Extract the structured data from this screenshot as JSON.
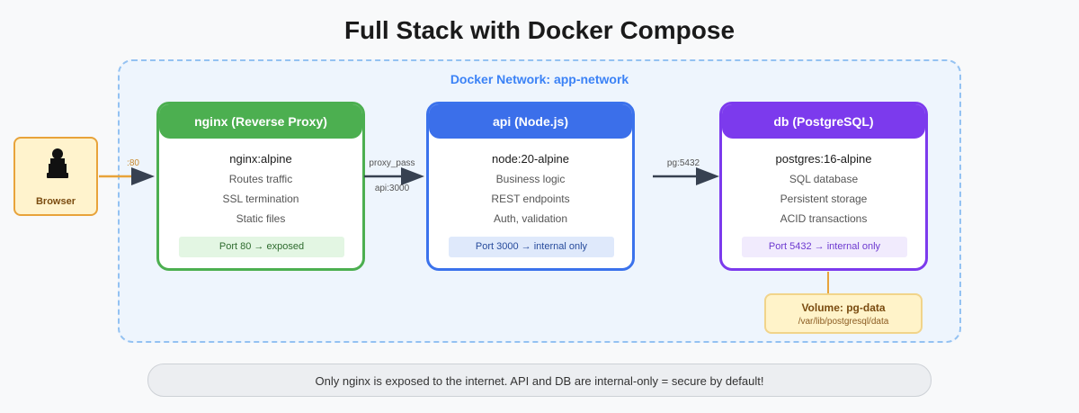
{
  "title": "Full Stack with Docker Compose",
  "network": {
    "label": "Docker Network: app-network"
  },
  "browser": {
    "label": "Browser",
    "icon": "browser-user-icon"
  },
  "services": {
    "nginx": {
      "title": "nginx (Reverse Proxy)",
      "image": "nginx:alpine",
      "lines": [
        "Routes traffic",
        "SSL termination",
        "Static files"
      ],
      "port": "Port 80 → exposed",
      "color": "#4caf50"
    },
    "api": {
      "title": "api (Node.js)",
      "image": "node:20-alpine",
      "lines": [
        "Business logic",
        "REST endpoints",
        "Auth, validation"
      ],
      "port": "Port 3000 → internal only",
      "color": "#3b6fea"
    },
    "db": {
      "title": "db (PostgreSQL)",
      "image": "postgres:16-alpine",
      "lines": [
        "SQL database",
        "Persistent storage",
        "ACID transactions"
      ],
      "port": "Port 5432 → internal only",
      "color": "#7c3aed"
    }
  },
  "arrows": {
    "browser_to_nginx": ":80",
    "nginx_to_api_top": "proxy_pass",
    "nginx_to_api_bottom": "api:3000",
    "api_to_db": "pg:5432"
  },
  "volume": {
    "name": "Volume: pg-data",
    "path": "/var/lib/postgresql/data"
  },
  "footer": "Only nginx is exposed to the internet. API and DB are internal-only = secure by default!"
}
